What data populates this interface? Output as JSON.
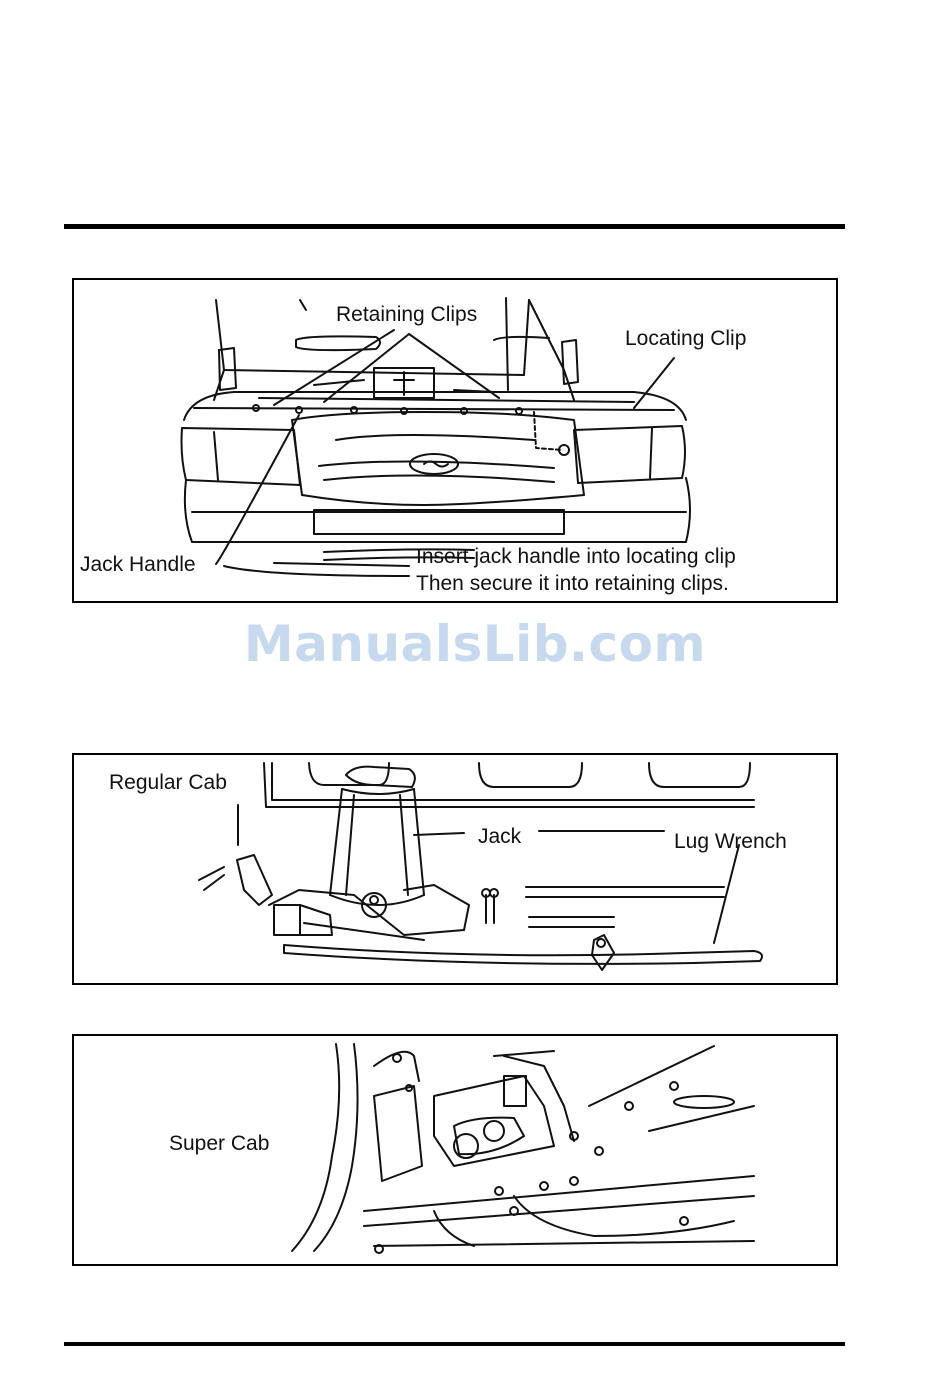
{
  "watermark": "ManualsLib.com",
  "figures": {
    "hood_jack_handle": {
      "retaining_clips": "Retaining Clips",
      "locating_clip": "Locating Clip",
      "jack_handle": "Jack Handle",
      "instruction_line1": "Insert jack handle into locating clip",
      "instruction_line2": "Then secure it into retaining clips."
    },
    "regular_cab": {
      "title": "Regular Cab",
      "jack": "Jack",
      "lug_wrench": "Lug Wrench"
    },
    "super_cab": {
      "title": "Super Cab"
    }
  }
}
